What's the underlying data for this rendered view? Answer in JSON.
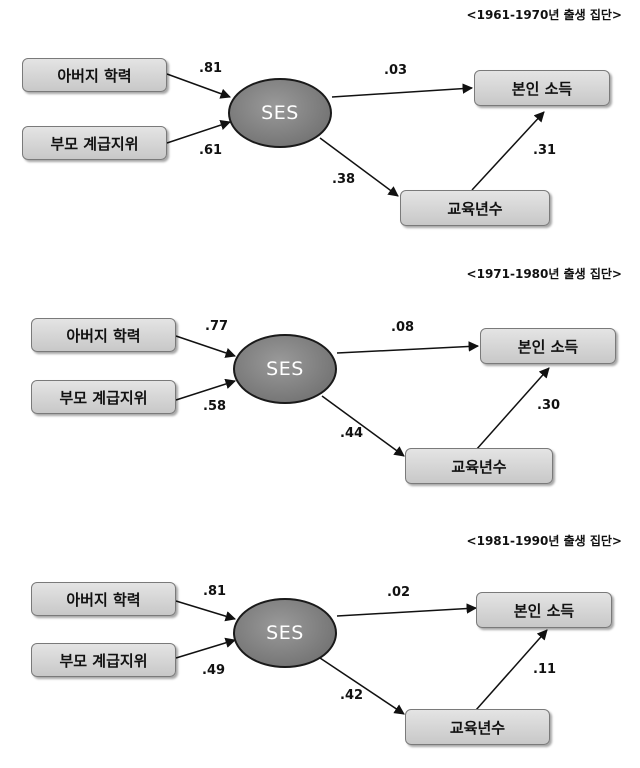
{
  "colors": {
    "box_fill": "#d6d6d6",
    "ellipse_fill": "#7f7f7f",
    "arrow": "#111111"
  },
  "panels": [
    {
      "title": "<1961-1970년 출생 집단>",
      "nodes": {
        "father_edu": "아버지 학력",
        "parent_status": "부모 계급지위",
        "ses": "SES",
        "own_income": "본인 소득",
        "edu_years": "교육년수"
      },
      "coefficients": {
        "father_edu_to_ses": ".81",
        "parent_status_to_ses": ".61",
        "ses_to_income": ".03",
        "ses_to_edu": ".38",
        "edu_to_income": ".31"
      }
    },
    {
      "title": "<1971-1980년 출생 집단>",
      "nodes": {
        "father_edu": "아버지 학력",
        "parent_status": "부모 계급지위",
        "ses": "SES",
        "own_income": "본인 소득",
        "edu_years": "교육년수"
      },
      "coefficients": {
        "father_edu_to_ses": ".77",
        "parent_status_to_ses": ".58",
        "ses_to_income": ".08",
        "ses_to_edu": ".44",
        "edu_to_income": ".30"
      }
    },
    {
      "title": "<1981-1990년 출생 집단>",
      "nodes": {
        "father_edu": "아버지 학력",
        "parent_status": "부모 계급지위",
        "ses": "SES",
        "own_income": "본인 소득",
        "edu_years": "교육년수"
      },
      "coefficients": {
        "father_edu_to_ses": ".81",
        "parent_status_to_ses": ".49",
        "ses_to_income": ".02",
        "ses_to_edu": ".42",
        "edu_to_income": ".11"
      }
    }
  ]
}
